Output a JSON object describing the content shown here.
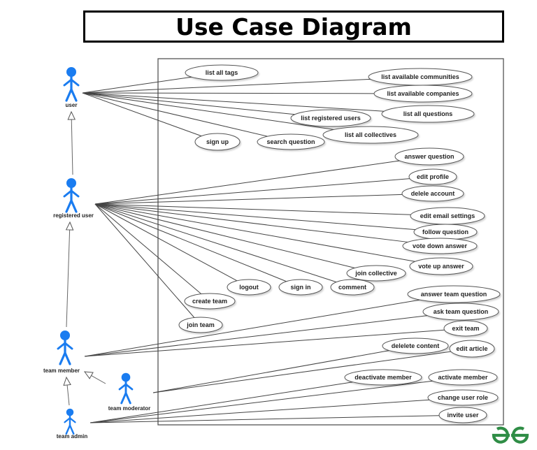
{
  "title": "Use Case Diagram",
  "colors": {
    "actor": "#1a7cf0",
    "line": "#444444",
    "logo": "#2f8d46"
  },
  "actors": [
    {
      "id": "user",
      "label": "user"
    },
    {
      "id": "registered_user",
      "label": "registered user"
    },
    {
      "id": "team_member",
      "label": "team member"
    },
    {
      "id": "team_moderator",
      "label": "team moderator"
    },
    {
      "id": "team_admin",
      "label": "team admin"
    }
  ],
  "generalizations": [
    {
      "from": "registered_user",
      "to": "user"
    },
    {
      "from": "team_member",
      "to": "registered_user"
    },
    {
      "from": "team_moderator",
      "to": "team_member"
    },
    {
      "from": "team_admin",
      "to": "team_member"
    }
  ],
  "use_cases": [
    {
      "id": "list_all_tags",
      "label": "list all tags",
      "actor": "user"
    },
    {
      "id": "list_available_communities",
      "label": "list available communities",
      "actor": "user"
    },
    {
      "id": "list_available_companies",
      "label": "list available companies",
      "actor": "user"
    },
    {
      "id": "list_all_questions",
      "label": "list all questions",
      "actor": "user"
    },
    {
      "id": "list_registered_users",
      "label": "list registered users",
      "actor": "user"
    },
    {
      "id": "list_all_collectives",
      "label": "list all collectives",
      "actor": "user"
    },
    {
      "id": "sign_up",
      "label": "sign up",
      "actor": "user"
    },
    {
      "id": "search_question",
      "label": "search question",
      "actor": "user"
    },
    {
      "id": "answer_question",
      "label": "answer question",
      "actor": "registered_user"
    },
    {
      "id": "edit_profile",
      "label": "edit profile",
      "actor": "registered_user"
    },
    {
      "id": "delele_account",
      "label": "delele account",
      "actor": "registered_user"
    },
    {
      "id": "edit_email_settings",
      "label": "edit email settings",
      "actor": "registered_user"
    },
    {
      "id": "follow_question",
      "label": "follow question",
      "actor": "registered_user"
    },
    {
      "id": "vote_down_answer",
      "label": "vote down answer",
      "actor": "registered_user"
    },
    {
      "id": "vote_up_answer",
      "label": "vote up answer",
      "actor": "registered_user"
    },
    {
      "id": "join_collective",
      "label": "join collective",
      "actor": "registered_user"
    },
    {
      "id": "comment",
      "label": "comment",
      "actor": "registered_user"
    },
    {
      "id": "sign_in",
      "label": "sign in",
      "actor": "registered_user"
    },
    {
      "id": "logout",
      "label": "logout",
      "actor": "registered_user"
    },
    {
      "id": "create_team",
      "label": "create team",
      "actor": "registered_user"
    },
    {
      "id": "join_team",
      "label": "join team",
      "actor": "registered_user"
    },
    {
      "id": "answer_team_question",
      "label": "answer team question",
      "actor": "team_member"
    },
    {
      "id": "ask_team_question",
      "label": "ask team question",
      "actor": "team_member"
    },
    {
      "id": "exit_team",
      "label": "exit team",
      "actor": "team_member"
    },
    {
      "id": "delelete_content",
      "label": "delelete content",
      "actor": "team_moderator"
    },
    {
      "id": "edit_article",
      "label": "edit article",
      "actor": "team_moderator"
    },
    {
      "id": "deactivate_member",
      "label": "deactivate member",
      "actor": "team_admin"
    },
    {
      "id": "activate_member",
      "label": "activate member",
      "actor": "team_admin"
    },
    {
      "id": "change_user_role",
      "label": "change user role",
      "actor": "team_admin"
    },
    {
      "id": "invite_user",
      "label": "invite user",
      "actor": "team_admin"
    }
  ],
  "logo": {
    "name": "geeksforgeeks-logo"
  }
}
